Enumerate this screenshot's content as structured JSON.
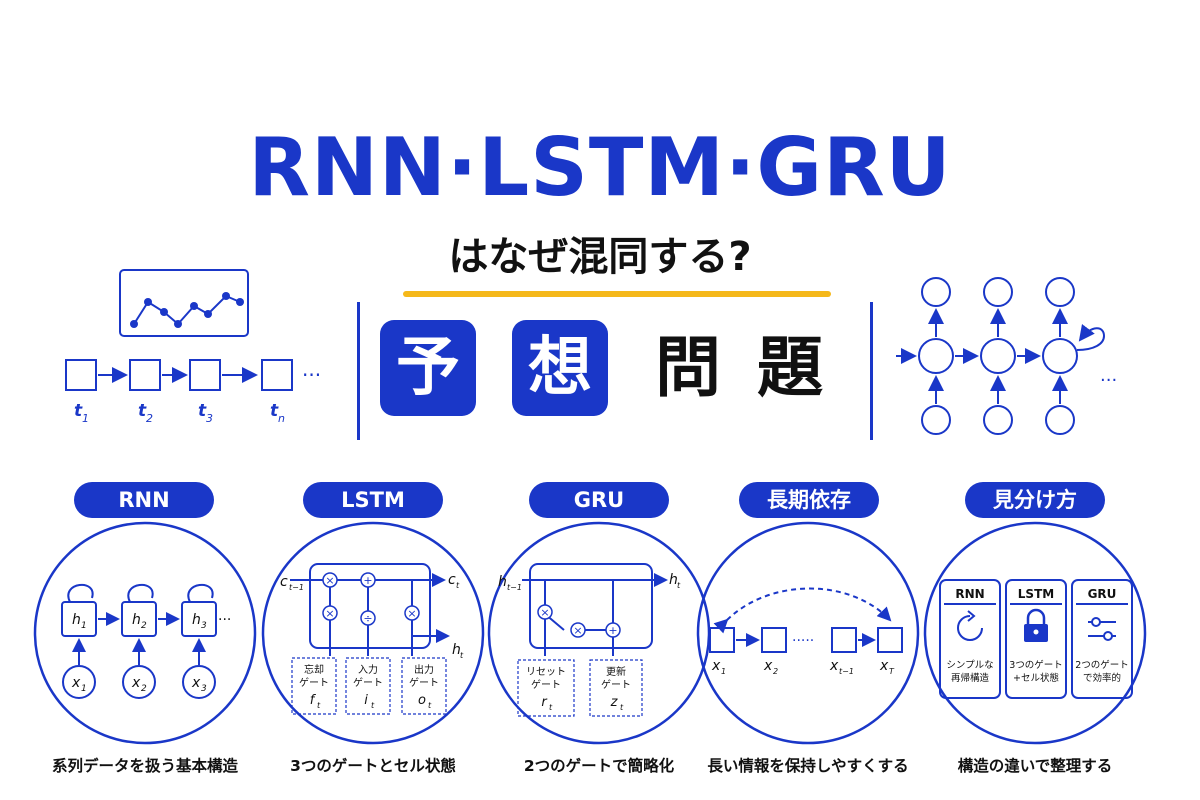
{
  "header": {
    "title": "RNN·LSTM·GRU",
    "subtitle": "はなぜ混同する?",
    "boxed_chars": [
      "予",
      "想"
    ],
    "plain_chars": [
      "問",
      "題"
    ]
  },
  "left_diagram": {
    "time_labels": [
      "t",
      "t",
      "t",
      "t"
    ],
    "time_subs": [
      "1",
      "2",
      "3",
      "n"
    ],
    "ellipsis": "···"
  },
  "right_diagram": {
    "ellipsis": "···"
  },
  "sections": [
    {
      "label": "RNN",
      "caption": "系列データを扱う基本構造",
      "hidden": [
        "h",
        "h",
        "h"
      ],
      "hidden_subs": [
        "1",
        "2",
        "3"
      ],
      "inputs": [
        "x",
        "x",
        "x"
      ],
      "input_subs": [
        "1",
        "2",
        "3"
      ],
      "ellipsis": "···"
    },
    {
      "label": "LSTM",
      "caption": "3つのゲートとセル状態",
      "c_prev": "c",
      "c_prev_sub": "t−1",
      "c_next": "c",
      "c_next_sub": "t",
      "h_out": "h",
      "h_out_sub": "t",
      "gates": [
        {
          "line1": "忘却",
          "line2": "ゲート",
          "sym": "f",
          "sub": "t"
        },
        {
          "line1": "入力",
          "line2": "ゲート",
          "sym": "i",
          "sub": "t"
        },
        {
          "line1": "出力",
          "line2": "ゲート",
          "sym": "o",
          "sub": "t"
        }
      ]
    },
    {
      "label": "GRU",
      "caption": "2つのゲートで簡略化",
      "h_prev": "h",
      "h_prev_sub": "t−1",
      "h_next": "h",
      "h_next_sub": "t",
      "gates": [
        {
          "line1": "リセット",
          "line2": "ゲート",
          "sym": "r",
          "sub": "t"
        },
        {
          "line1": "更新",
          "line2": "ゲート",
          "sym": "z",
          "sub": "t"
        }
      ]
    },
    {
      "label": "長期依存",
      "caption": "長い情報を保持しやすくする",
      "nodes": [
        "x",
        "x",
        "x",
        "x"
      ],
      "node_subs": [
        "1",
        "2",
        "t−1",
        "T"
      ],
      "ellipsis": "·····"
    },
    {
      "label": "見分け方",
      "caption": "構造の違いで整理する",
      "cards": [
        {
          "title": "RNN",
          "icon": "refresh-icon",
          "line1": "シンプルな",
          "line2": "再帰構造"
        },
        {
          "title": "LSTM",
          "icon": "lock-icon",
          "line1": "3つのゲート",
          "line2": "+セル状態"
        },
        {
          "title": "GRU",
          "icon": "sliders-icon",
          "line1": "2つのゲート",
          "line2": "で効率的"
        }
      ]
    }
  ],
  "colors": {
    "accent": "#1a37c8",
    "highlight": "#f5b81a",
    "text": "#111111"
  }
}
